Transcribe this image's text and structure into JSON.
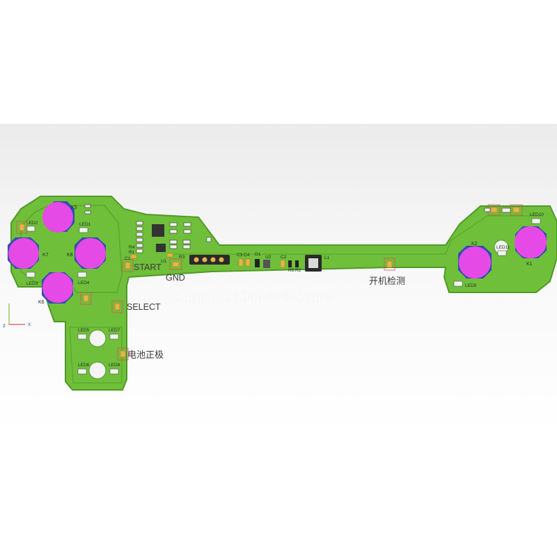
{
  "colors": {
    "pcb": "#6fbf3a",
    "pcb_edge": "#4f9a27",
    "pad": "#e8b24a",
    "button": "#e64ae6",
    "mount": "#2f4fb0",
    "silk": "#e9ffe0"
  },
  "watermark": "Shop1103044878 Store",
  "labels": {
    "start": "START",
    "select": "SELECT",
    "gnd": "GND",
    "battery_positive": "电池正极",
    "power_detect": "开机检测",
    "axis_z": "z",
    "axis_x": "x"
  },
  "buttons": [
    {
      "id": "K5",
      "label": "K5"
    },
    {
      "id": "K7",
      "label": "K7"
    },
    {
      "id": "K8",
      "label": "K8"
    },
    {
      "id": "K6",
      "label": "K6"
    },
    {
      "id": "K2",
      "label": "K2"
    },
    {
      "id": "K1",
      "label": "K1"
    }
  ],
  "leds": {
    "led1": "LED1",
    "led2": "LED2",
    "led3": "LED3",
    "led4": "LED4",
    "led5": "LED5",
    "led6": "LED6",
    "led7": "LED7",
    "led8": "LED8",
    "led9": "LED9",
    "led10": "LED10",
    "led11": "LED11"
  },
  "components": {
    "u1": "U1",
    "u2": "U2",
    "d1": "D1",
    "l1": "L1",
    "c1": "C1",
    "c2": "C2",
    "c3": "C3",
    "c4": "C4",
    "r1": "R1",
    "r2": "R2",
    "r3": "R3",
    "r4": "R4",
    "r5": "R5"
  }
}
